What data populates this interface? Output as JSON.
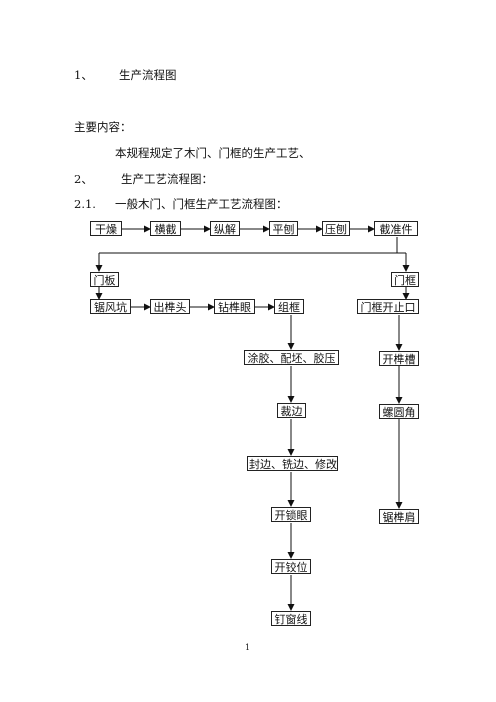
{
  "heading1": {
    "number": "1、",
    "text": "生产流程图"
  },
  "main_content_label": "主要内容：",
  "main_content_text": "本规程规定了木门、门框的生产工艺、",
  "heading2": {
    "number": "2、",
    "text": "生产工艺流程图："
  },
  "heading21": {
    "number": "2.1.",
    "text": "一般木门、门框生产工艺流程图："
  },
  "flow": {
    "top_row": [
      "干燥",
      "横截",
      "纵解",
      "平刨",
      "压刨",
      "截准件"
    ],
    "door_panel": "门板",
    "door_frame": "门框",
    "panel_row": [
      "锯风坑",
      "出榫头",
      "钻榫眼",
      "组框"
    ],
    "panel_column": [
      "涂胶、配坯、胶压",
      "裁边",
      "封边、铣边、修改",
      "开锁眼",
      "开铰位",
      "钉窗线"
    ],
    "frame_column": [
      "门框开止口",
      "开榫槽",
      "螺圆角",
      "锯榫肩"
    ]
  },
  "page_number": "1"
}
